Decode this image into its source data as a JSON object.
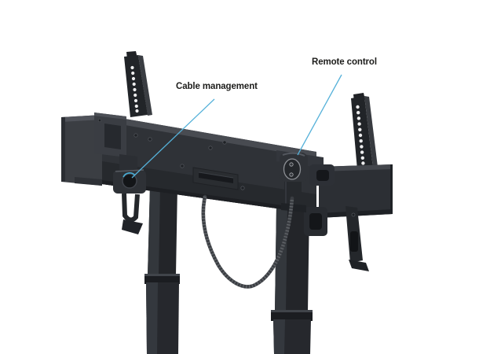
{
  "annotations": {
    "cable_management": {
      "label": "Cable management"
    },
    "remote_control": {
      "label": "Remote control"
    }
  },
  "colors": {
    "background": "#ffffff",
    "annotation_line": "#55b1d9",
    "annotation_text": "#1d1d1b",
    "product_darkest": "#17191c",
    "product_dark": "#232529",
    "product_mid": "#2f3237",
    "product_top_face": "#484b51",
    "product_highlight": "#8d9095",
    "vesa_hole": "#ededee",
    "cable_glint_blue": "#49b9e6"
  },
  "product": {
    "parts": [
      "left-vesa-arm",
      "right-vesa-arm",
      "mounting-rail",
      "lift-housing",
      "cable-management-ring",
      "remote-control-pod",
      "coiled-cable",
      "left-leg",
      "right-leg"
    ]
  }
}
